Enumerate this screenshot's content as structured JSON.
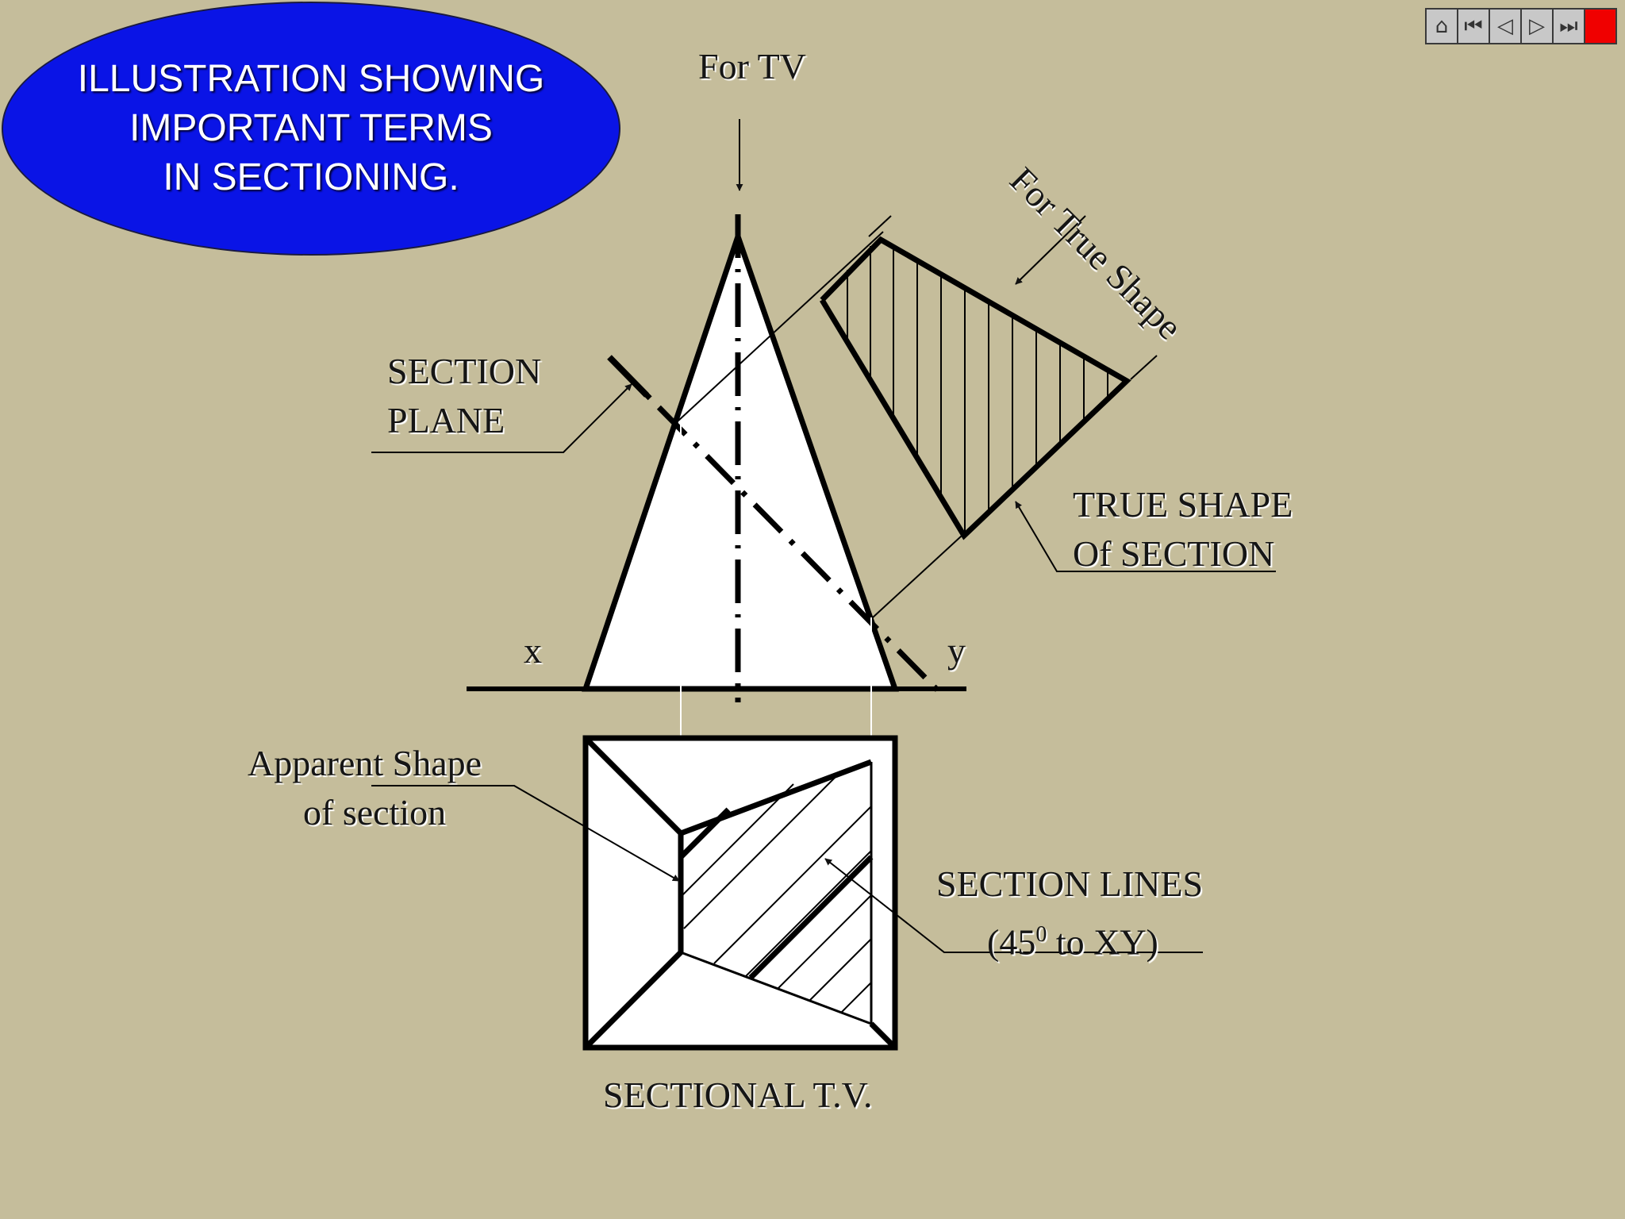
{
  "title": {
    "line1": "ILLUSTRATION SHOWING",
    "line2": "IMPORTANT TERMS",
    "line3": "IN SECTIONING."
  },
  "labels": {
    "for_tv": "For TV",
    "for_true_shape": "For True Shape",
    "section_plane_1": "SECTION",
    "section_plane_2": "PLANE",
    "true_shape_1": "TRUE SHAPE",
    "true_shape_2": "Of  SECTION",
    "x": "x",
    "y": "y",
    "apparent_1": "Apparent Shape",
    "apparent_2": "of section",
    "section_lines_1": "SECTION LINES",
    "section_lines_2_pre": "(45",
    "section_lines_2_sup": "0",
    "section_lines_2_post": " to XY)",
    "sectional_tv": "SECTIONAL T.V."
  },
  "nav": {
    "home": "⌂",
    "first": "⏮",
    "prev": "◁",
    "next": "▷",
    "last": "⏭",
    "stop": "■"
  },
  "colors": {
    "background": "#c5bd9b",
    "oval": "#0a14e6",
    "stop_button": "#f00000"
  }
}
